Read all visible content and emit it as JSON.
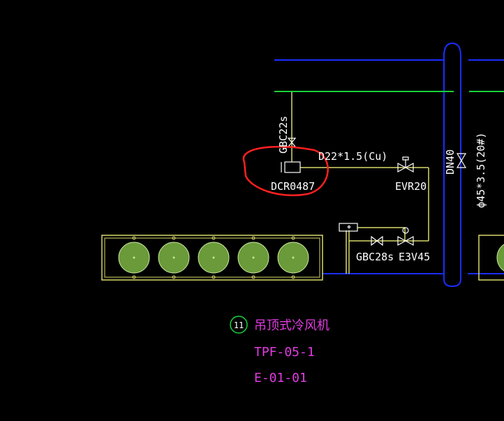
{
  "labels": {
    "valve_gbc22s": "GBC22s",
    "pipe_d22": "D22*1.5(Cu)",
    "filter_dcr": "DCR0487",
    "valve_evr20": "EVR20",
    "valve_gbc28s": "GBC28s",
    "valve_e3v45": "E3V45",
    "pipe_dn40": "DN40",
    "pipe_phi45": "ϕ45*3.5(20#)"
  },
  "unit": {
    "tag_number": "11",
    "name": "吊顶式冷风机",
    "model": "TPF-05-1",
    "code": "E-01-01"
  },
  "fans": [
    {
      "id": 1
    },
    {
      "id": 2
    },
    {
      "id": 3
    },
    {
      "id": 4
    },
    {
      "id": 5
    }
  ],
  "colors": {
    "background": "#000000",
    "blue_pipe": "#1a2dff",
    "green_pipe": "#19d13a",
    "yellow_pipe": "#d8d86a",
    "magenta_text": "#e13ce0",
    "red_markup": "#ff2020",
    "fan_fill": "#6a9a3a",
    "fan_outline": "#c8e69a"
  }
}
